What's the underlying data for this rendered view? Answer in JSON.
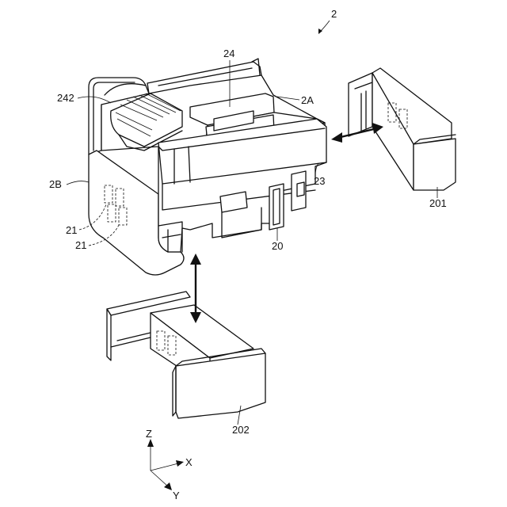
{
  "labels": {
    "figure": "2",
    "housing_a": "2A",
    "housing_b": "2B",
    "lever": "24",
    "lever_knob": "242",
    "wall": "23",
    "terminal_part": "20",
    "mark_upper": "21",
    "mark_lower": "21",
    "cover_side": "201",
    "cover_bottom": "202"
  },
  "axes": {
    "z": "Z",
    "x": "X",
    "y": "Y"
  }
}
